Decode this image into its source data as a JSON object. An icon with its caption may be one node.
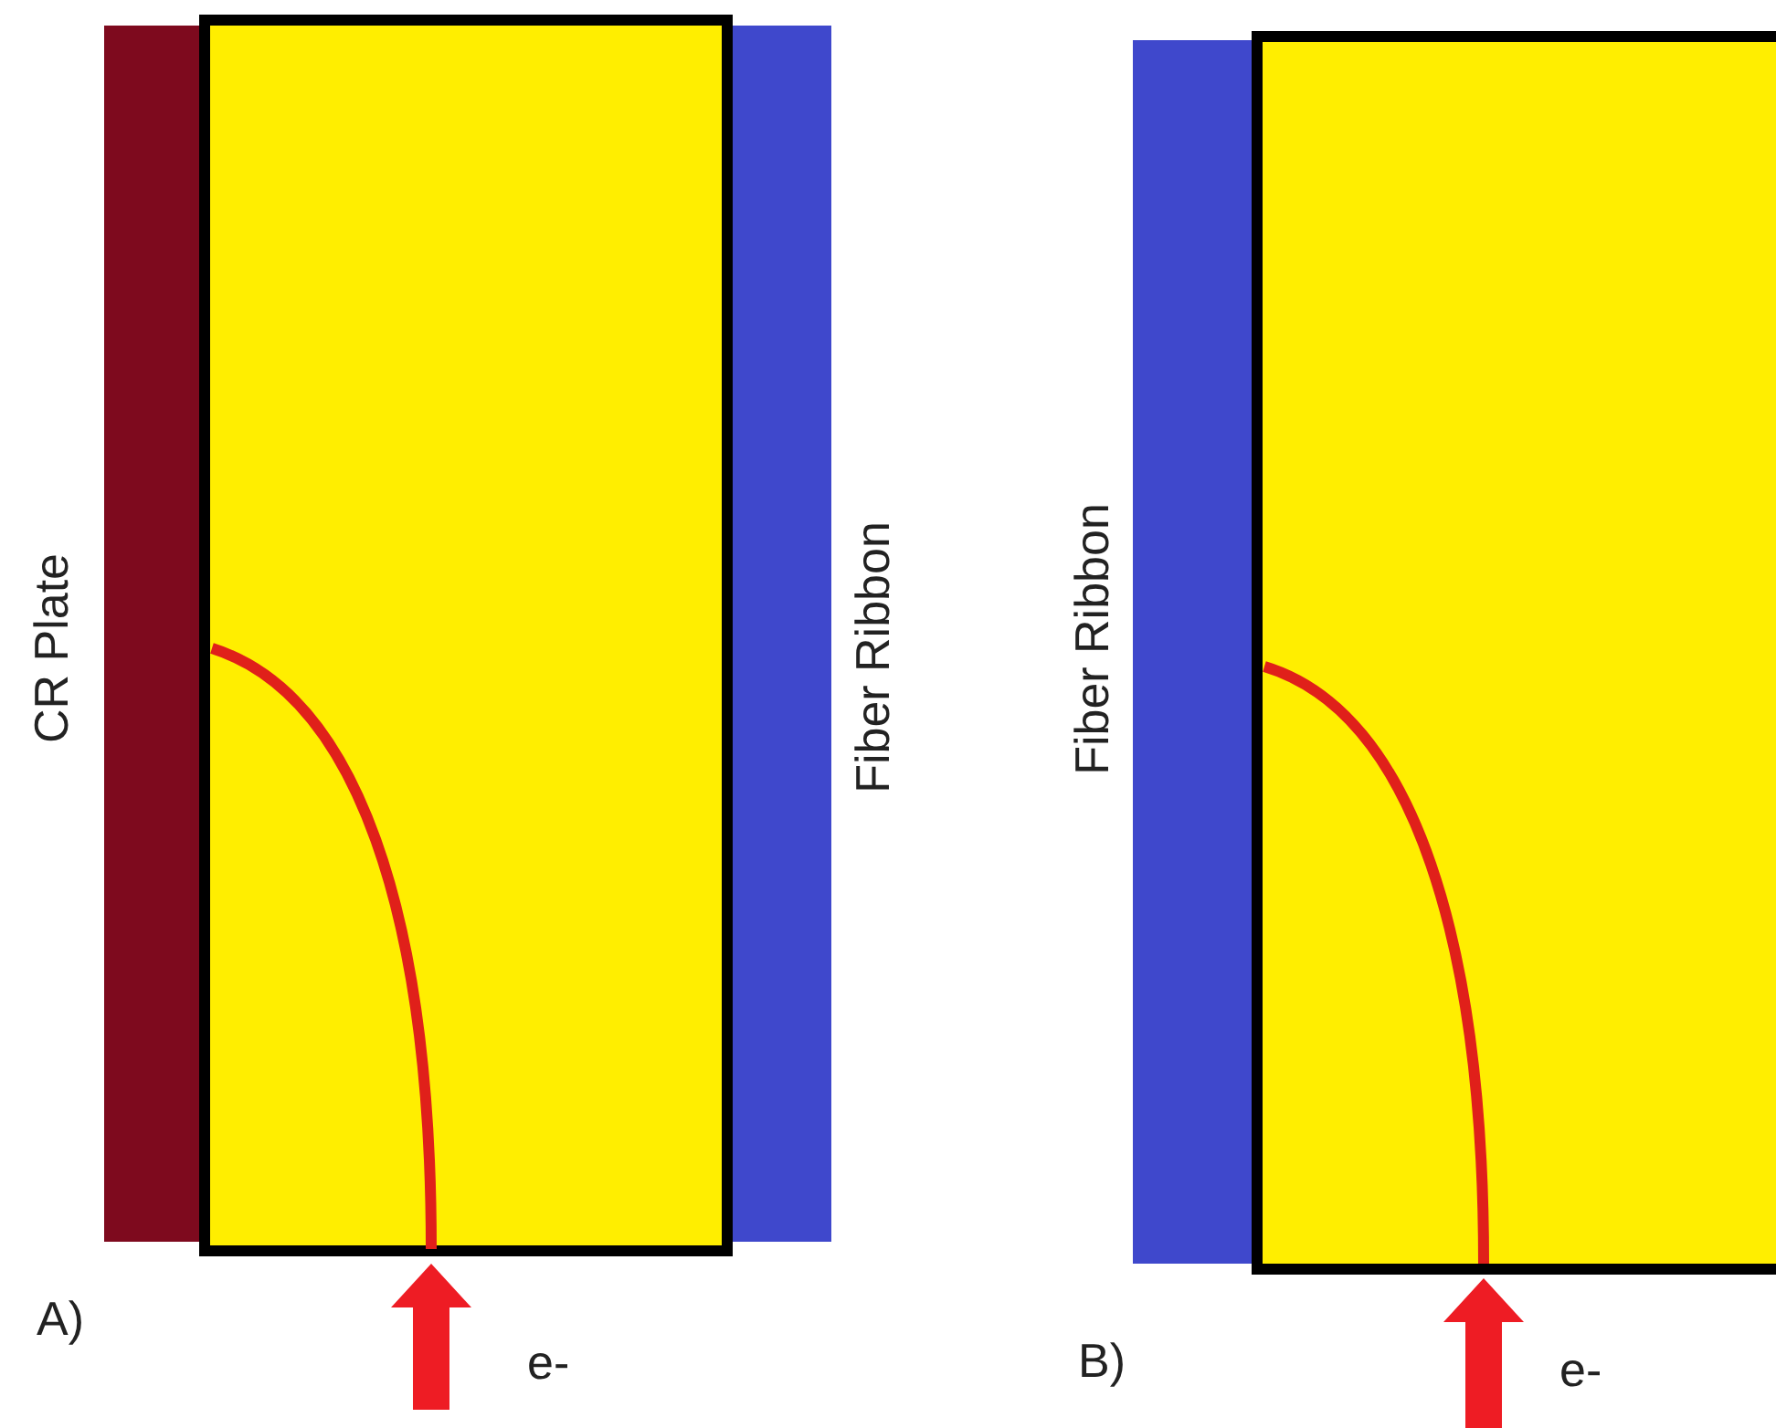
{
  "diagram": {
    "labels": [
      "CR Plate",
      "Fiber Ribbon",
      "A)",
      "e-",
      "Fiber Ribbon",
      "B)",
      "e-"
    ]
  }
}
